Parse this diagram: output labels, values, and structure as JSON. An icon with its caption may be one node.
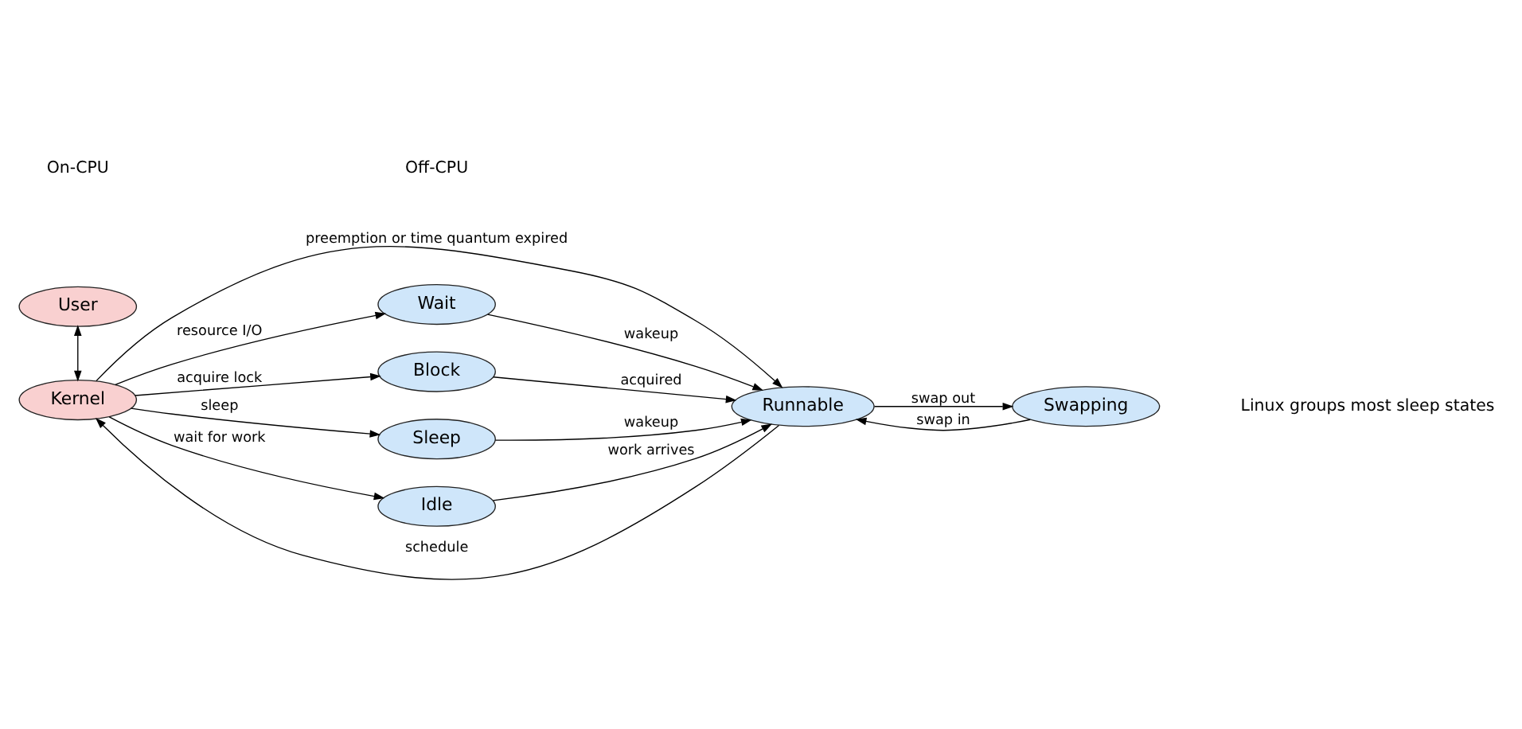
{
  "diagram": {
    "nodes": [
      {
        "text": [
          "User"
        ]
      },
      {
        "text": [
          "Kernel"
        ]
      },
      {
        "text": [
          "Runnable"
        ]
      },
      {
        "text": [
          "Swapping"
        ]
      },
      {
        "text": [
          "Wait"
        ]
      },
      {
        "text": [
          "Block"
        ]
      },
      {
        "text": [
          "Sleep"
        ]
      },
      {
        "text": [
          "Idle"
        ]
      }
    ],
    "edges": [
      {
        "from": 0,
        "to": 1,
        "arrow": "both"
      },
      {
        "from": 1,
        "to": 2,
        "arrow": "to",
        "label": "preemption or time quantum expired"
      },
      {
        "from": 2,
        "to": 1,
        "arrow": "to",
        "label": "schedule"
      },
      {
        "from": 2,
        "to": 3,
        "arrow": "to",
        "label": "swap out"
      },
      {
        "from": 3,
        "to": 2,
        "arrow": "to",
        "label": "swap in"
      },
      {
        "from": 1,
        "to": 4,
        "arrow": "to",
        "label": "resource I/O"
      },
      {
        "from": 1,
        "to": 5,
        "arrow": "to",
        "label": "acquire lock"
      },
      {
        "from": 1,
        "to": 6,
        "arrow": "to",
        "label": "sleep"
      },
      {
        "from": 1,
        "to": 7,
        "arrow": "to",
        "label": "wait for work"
      },
      {
        "from": 4,
        "to": 2,
        "arrow": "to",
        "label": "wakeup"
      },
      {
        "from": 5,
        "to": 2,
        "arrow": "to",
        "label": "acquired"
      },
      {
        "from": 6,
        "to": 2,
        "arrow": "to",
        "label": "wakeup"
      },
      {
        "from": 7,
        "to": 2,
        "arrow": "to",
        "label": "work arrives"
      }
    ],
    "labels": [
      "On-CPU",
      "Off-CPU",
      "Linux groups most sleep states"
    ]
  }
}
